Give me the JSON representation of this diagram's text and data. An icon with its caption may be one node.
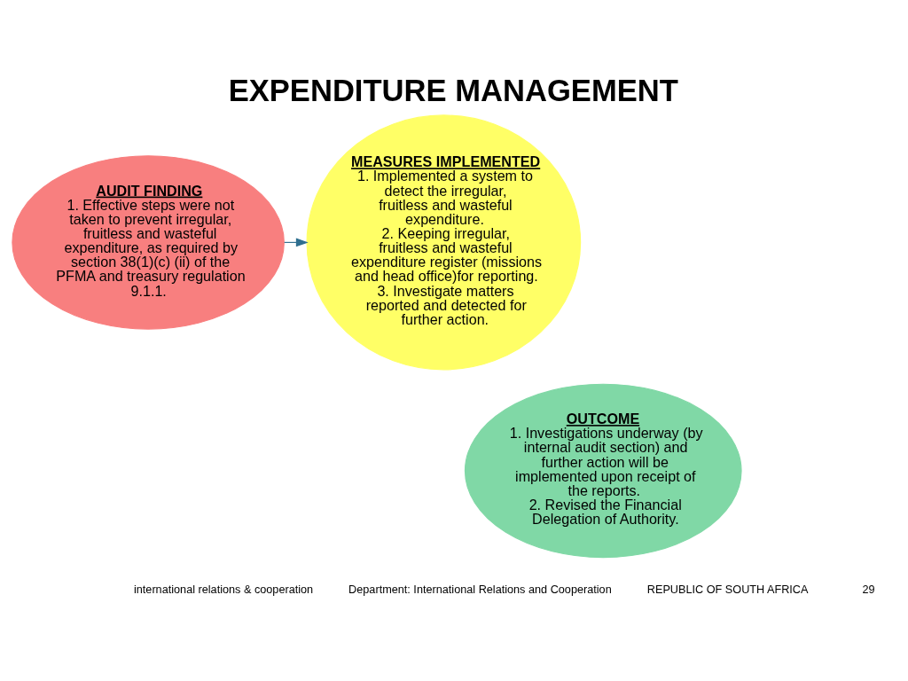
{
  "diagram": {
    "title": "EXPENDITURE MANAGEMENT",
    "nodes": [
      {
        "text": [
          "AUDIT FINDING",
          "1. Effective steps were not taken to prevent irregular, fruitless and wasteful expenditure, as required by section 38(1)(c) (ii) of the PFMA and treasury regulation 9.1.1."
        ]
      },
      {
        "text": [
          "MEASURES IMPLEMENTED",
          "1. Implemented a system to detect the irregular, fruitless and wasteful expenditure.",
          "2. Keeping irregular, fruitless and wasteful expenditure register (missions and head office)for reporting.",
          "3. Investigate matters reported and detected for further action."
        ]
      },
      {
        "text": [
          "OUTCOME",
          "1. Investigations underway (by internal audit section) and further action will be implemented upon receipt of the reports.",
          "2. Revised the Financial Delegation of Authority."
        ]
      }
    ],
    "edges": [
      {
        "from": 0,
        "to": 1,
        "arrow": "to"
      }
    ],
    "labels": [
      "international relations & cooperation",
      "Department: International Relations and Cooperation",
      "REPUBLIC OF SOUTH AFRICA",
      "29"
    ]
  }
}
